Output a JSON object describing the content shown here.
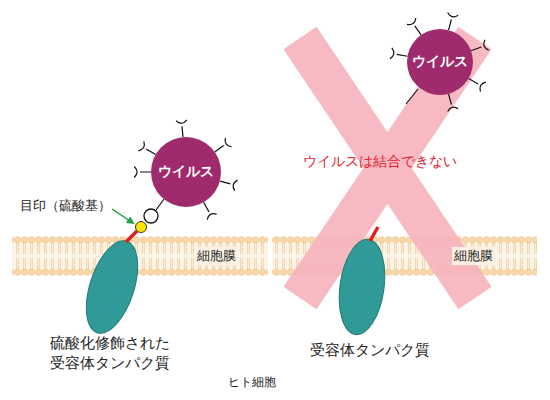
{
  "diagram": {
    "nodes": [
      {
        "text": [
          "ウイルス"
        ]
      },
      {
        "text": [
          "ウイルス"
        ]
      },
      {
        "text": [
          "細胞膜"
        ]
      },
      {
        "text": [
          "細胞膜"
        ]
      }
    ],
    "labels": [
      "目印（硫酸基）",
      "ウイルスは結合できない",
      "硫酸化修飾された 受容体タンパク質",
      "受容体タンパク質",
      "ヒト細胞"
    ]
  }
}
